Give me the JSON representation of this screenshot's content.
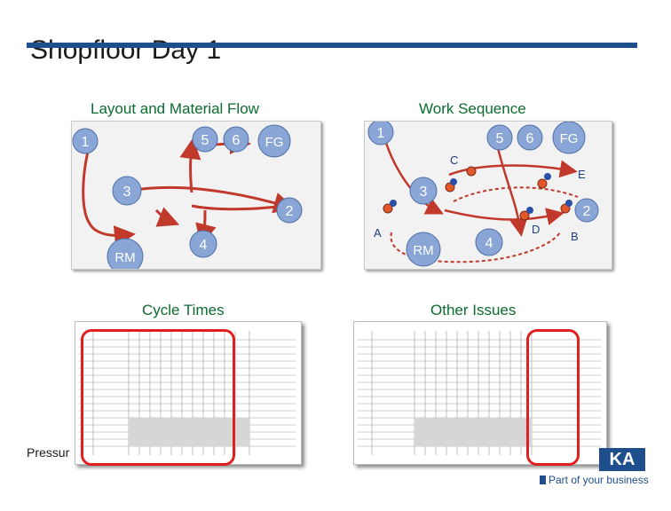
{
  "slide": {
    "title": "Shopfloor Day 1",
    "footer_left": "Pressur",
    "logo_text": "KA",
    "tagline": "Part of your business"
  },
  "sections": {
    "layout_flow": "Layout and Material Flow",
    "work_sequence": "Work Sequence",
    "cycle_times": "Cycle Times",
    "other_issues": "Other Issues"
  },
  "layout_diagram": {
    "station_1": "1",
    "station_5": "5",
    "station_6": "6",
    "fg": "FG",
    "station_3": "3",
    "station_2": "2",
    "station_4": "4",
    "rm": "RM"
  },
  "sequence_diagram": {
    "station_1": "1",
    "station_5": "5",
    "station_6": "6",
    "fg": "FG",
    "station_3": "3",
    "station_2": "2",
    "station_4": "4",
    "rm": "RM",
    "op_a": "A",
    "op_b": "B",
    "op_c": "C",
    "op_d": "D",
    "op_e": "E"
  },
  "colors": {
    "title_rule": "#1f4e8c",
    "section_heading": "#0c6b2e",
    "station_fill": "#8aa6d6",
    "flow_arrow": "#c0392b",
    "highlight_box": "#e02020"
  }
}
